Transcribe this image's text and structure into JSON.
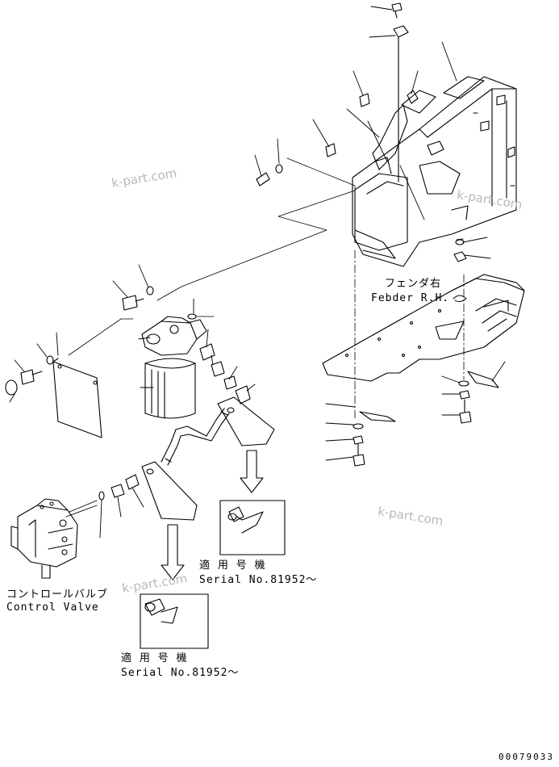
{
  "labels": {
    "fender_jp": "フェンダ右",
    "fender_en": "Febder R.H.",
    "serial_top_jp": "適 用 号 機",
    "serial_top_en": "Serial No.81952～",
    "serial_bottom_jp": "適 用 号 機",
    "serial_bottom_en": "Serial No.81952～",
    "valve_jp": "コントロールバルブ",
    "valve_en": "Control Valve"
  },
  "watermarks": [
    "k-part.com",
    "k-part.com",
    "k-part.com",
    "k-part.com"
  ],
  "drawing_code": "00079033"
}
